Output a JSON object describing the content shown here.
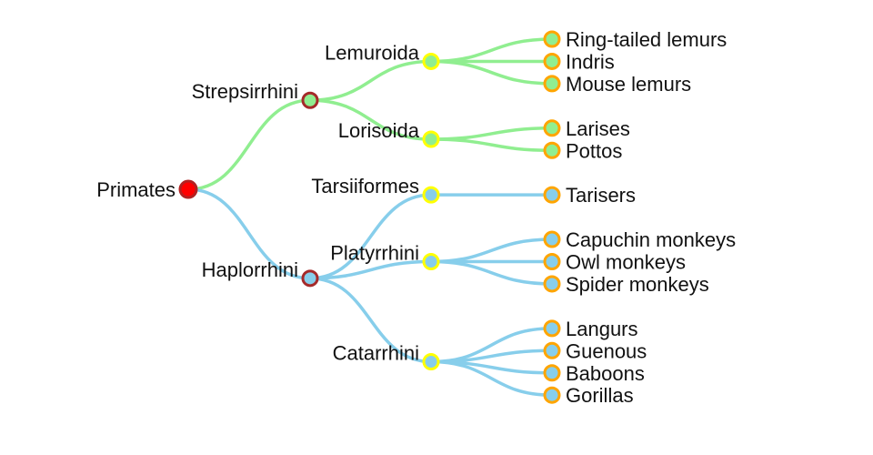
{
  "colors": {
    "strepsirrhini_branch": "#90EE90",
    "haplorrhini_branch": "#87CEEB",
    "root_fill": "#ff0000",
    "root_stroke": "#b22222",
    "level1_stroke": "#a52a2a",
    "level2_stroke": "#ffff00",
    "leaf_stroke": "#ffa500"
  },
  "tree": {
    "name": "Primates",
    "children": [
      {
        "name": "Strepsirrhini",
        "branch": "strepsirrhini_branch",
        "children": [
          {
            "name": "Lemuroida",
            "children": [
              {
                "name": "Ring-tailed lemurs"
              },
              {
                "name": "Indris"
              },
              {
                "name": "Mouse lemurs"
              }
            ]
          },
          {
            "name": "Lorisoida",
            "children": [
              {
                "name": "Larises"
              },
              {
                "name": "Pottos"
              }
            ]
          }
        ]
      },
      {
        "name": "Haplorrhini",
        "branch": "haplorrhini_branch",
        "children": [
          {
            "name": "Tarsiiformes",
            "children": [
              {
                "name": "Tarisers"
              }
            ]
          },
          {
            "name": "Platyrrhini",
            "children": [
              {
                "name": "Capuchin monkeys"
              },
              {
                "name": "Owl monkeys"
              },
              {
                "name": "Spider monkeys"
              }
            ]
          },
          {
            "name": "Catarrhini",
            "children": [
              {
                "name": "Langurs"
              },
              {
                "name": "Guenous"
              },
              {
                "name": "Baboons"
              },
              {
                "name": "Gorillas"
              }
            ]
          }
        ]
      }
    ]
  }
}
